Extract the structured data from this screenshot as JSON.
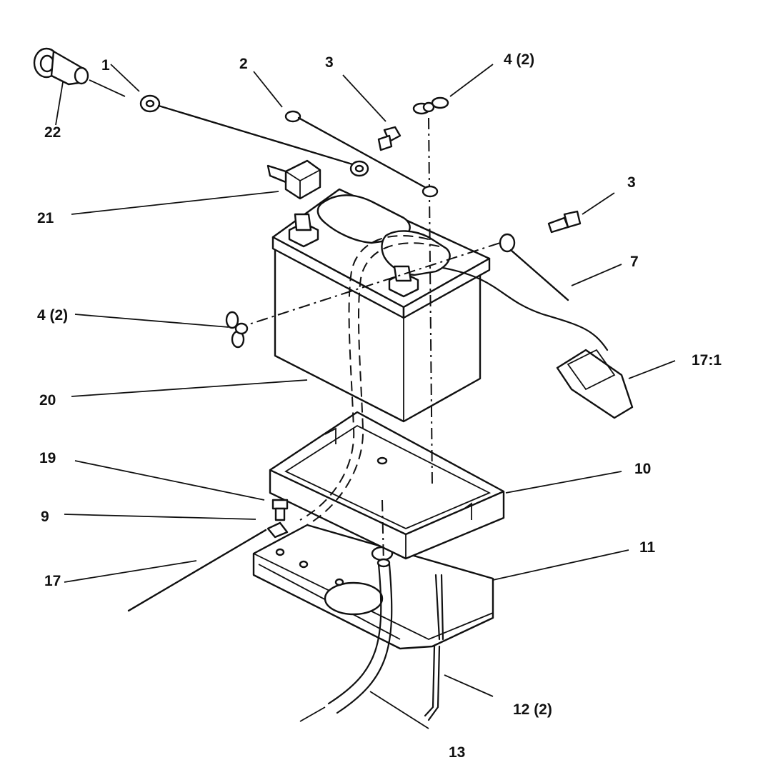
{
  "diagram": {
    "callouts": [
      {
        "id": "c22",
        "label": "22"
      },
      {
        "id": "c1",
        "label": "1"
      },
      {
        "id": "c2",
        "label": "2"
      },
      {
        "id": "c3a",
        "label": "3"
      },
      {
        "id": "c4a",
        "label": "4 (2)"
      },
      {
        "id": "c21",
        "label": "21"
      },
      {
        "id": "c3b",
        "label": "3"
      },
      {
        "id": "c7",
        "label": "7"
      },
      {
        "id": "c4b",
        "label": "4 (2)"
      },
      {
        "id": "c17_1",
        "label": "17:1"
      },
      {
        "id": "c20",
        "label": "20"
      },
      {
        "id": "c19",
        "label": "19"
      },
      {
        "id": "c10",
        "label": "10"
      },
      {
        "id": "c9",
        "label": "9"
      },
      {
        "id": "c11",
        "label": "11"
      },
      {
        "id": "c17",
        "label": "17"
      },
      {
        "id": "c12",
        "label": "12 (2)"
      },
      {
        "id": "c13",
        "label": "13"
      }
    ]
  }
}
